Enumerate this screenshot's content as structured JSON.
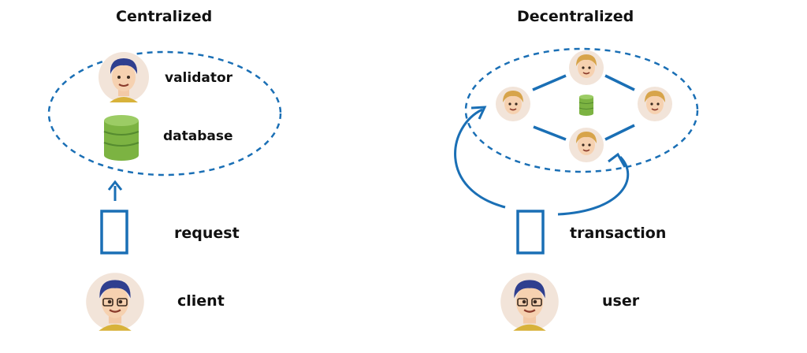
{
  "centralized": {
    "title": "Centralized",
    "validator_label": "validator",
    "database_label": "database",
    "request_label": "request",
    "client_label": "client"
  },
  "decentralized": {
    "title": "Decentralized",
    "transaction_label": "transaction",
    "user_label": "user"
  },
  "colors": {
    "accent_blue": "#1a6fb5",
    "db_green": "#7cb342",
    "avatar_bg": "#f2e4d9"
  },
  "icons": [
    "person-avatar-icon",
    "database-icon",
    "document-icon",
    "arrow-up-icon",
    "curved-arrow-icon"
  ]
}
